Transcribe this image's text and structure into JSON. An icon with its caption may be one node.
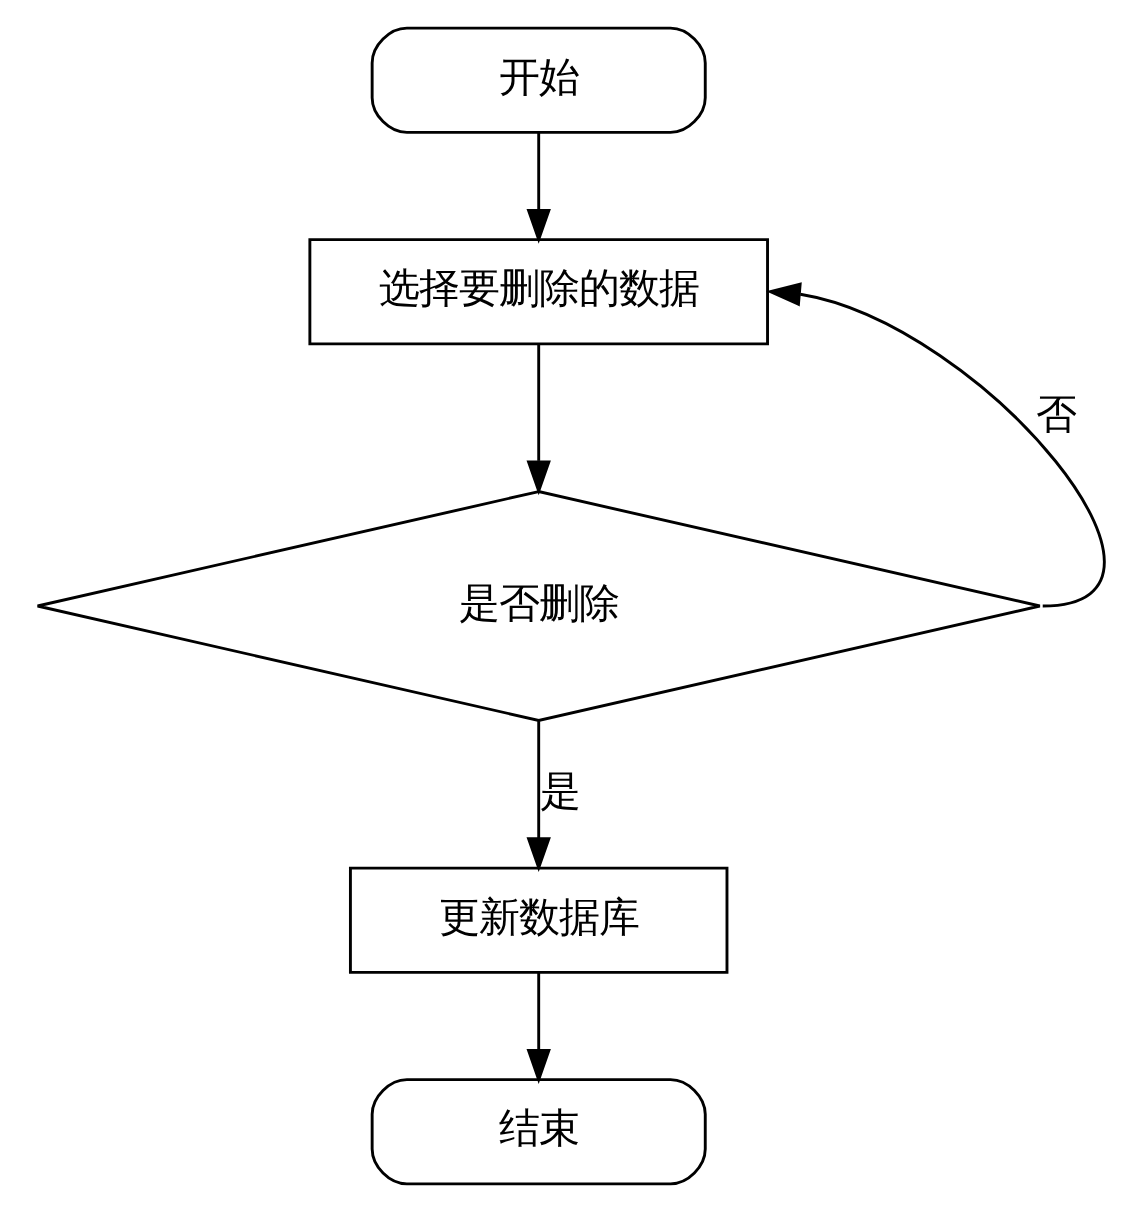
{
  "diagram": {
    "nodes": [
      {
        "text": [
          "开始"
        ]
      },
      {
        "text": [
          "选择要删除的数据"
        ]
      },
      {
        "text": [
          "是否删除"
        ]
      },
      {
        "text": [
          "更新数据库"
        ]
      },
      {
        "text": [
          "结束"
        ]
      }
    ],
    "edges": [
      {
        "from": 0,
        "to": 1,
        "arrow": "to"
      },
      {
        "from": 1,
        "to": 2,
        "arrow": "to"
      },
      {
        "from": 2,
        "to": 3,
        "arrow": "to",
        "label": "是"
      },
      {
        "from": 2,
        "to": 1,
        "arrow": "to",
        "label": "否"
      },
      {
        "from": 3,
        "to": 4,
        "arrow": "to"
      }
    ]
  }
}
